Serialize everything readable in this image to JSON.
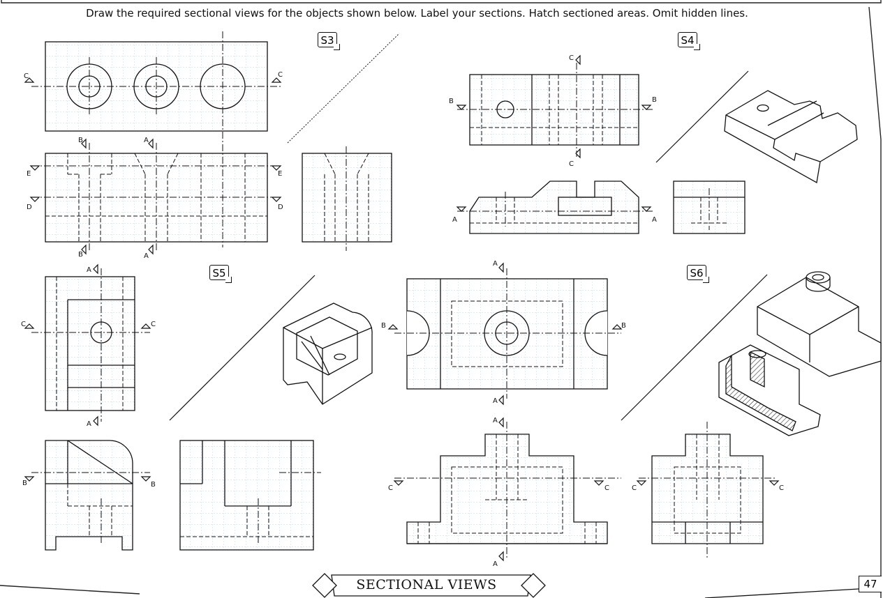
{
  "instructions": "Draw the required sectional views for the objects shown below. Label your sections. Hatch sectioned areas. Omit hidden lines.",
  "exercises": [
    "S3",
    "S4",
    "S5",
    "S6"
  ],
  "footer": {
    "title": "SECTIONAL VIEWS",
    "page_number": "47"
  },
  "section_letters": [
    "A",
    "B",
    "C",
    "D",
    "E"
  ]
}
